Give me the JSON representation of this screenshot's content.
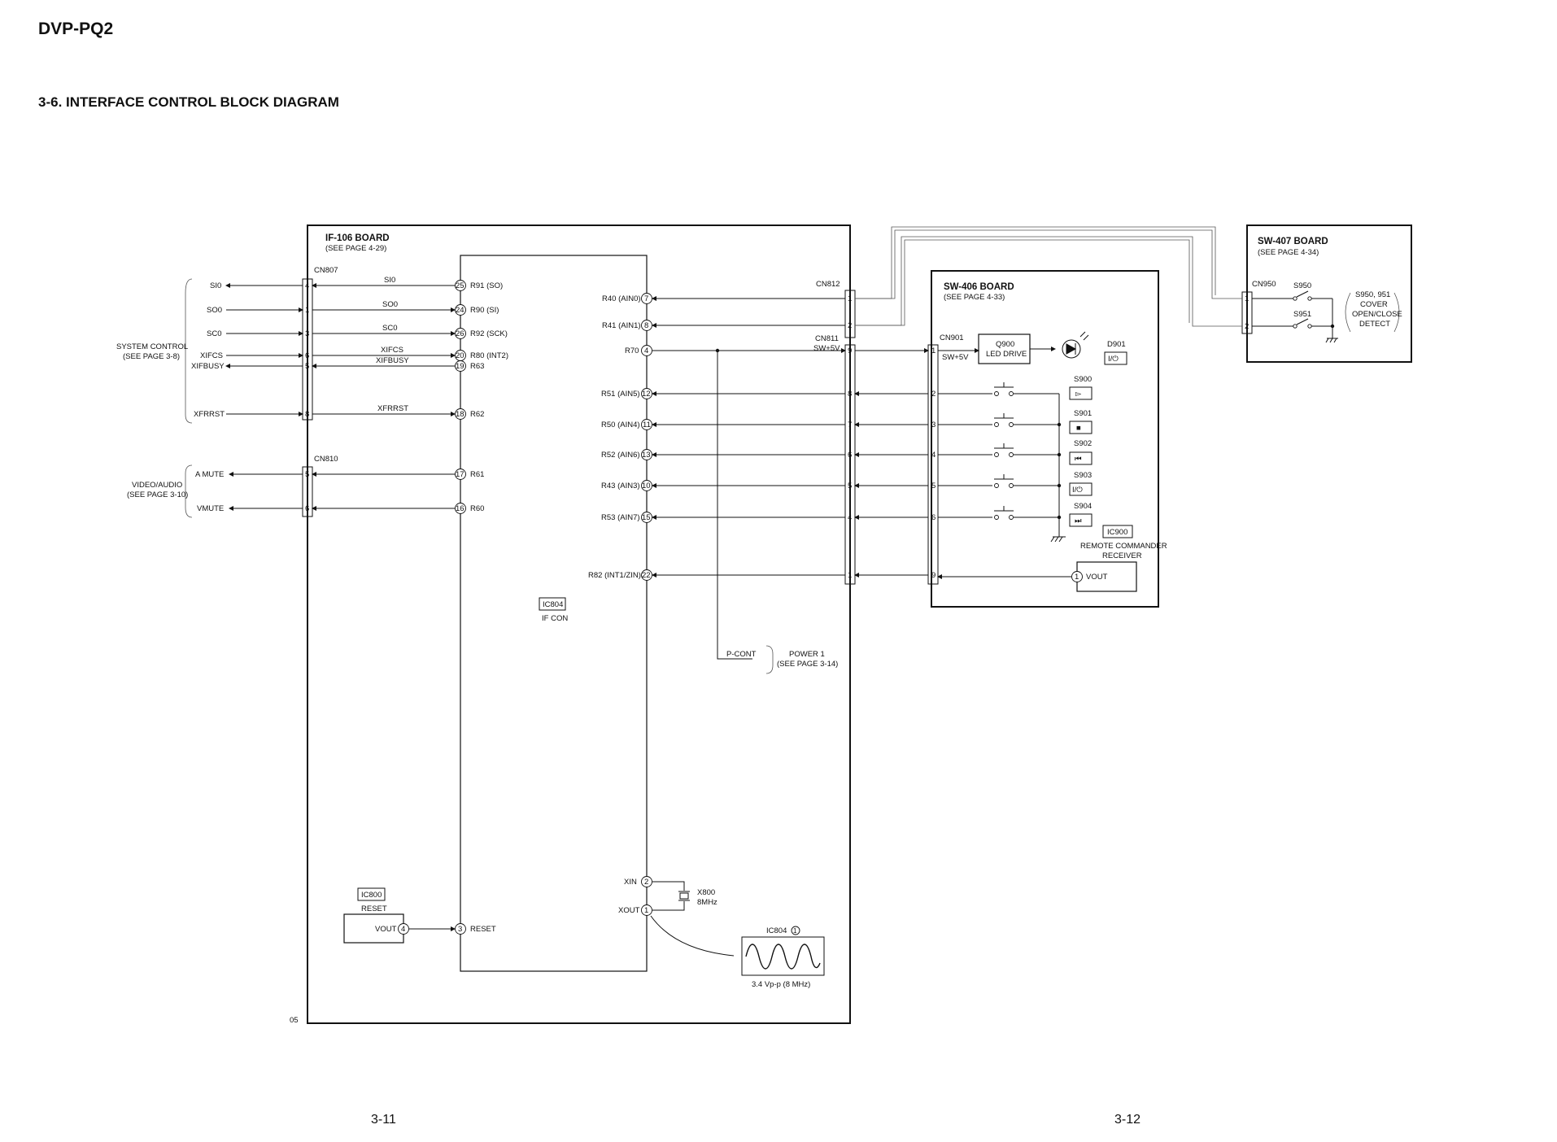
{
  "header": {
    "model": "DVP-PQ2",
    "title": "3-6.  INTERFACE  CONTROL  BLOCK  DIAGRAM"
  },
  "footer": {
    "page_left": "3-11",
    "page_right": "3-12",
    "sheet_code": "05"
  },
  "boards": {
    "if106": {
      "name": "IF-106 BOARD",
      "ref": "(SEE PAGE 4-29)"
    },
    "sw406": {
      "name": "SW-406 BOARD",
      "ref": "(SEE PAGE 4-33)"
    },
    "sw407": {
      "name": "SW-407 BOARD",
      "ref": "(SEE PAGE 4-34)"
    }
  },
  "groups": {
    "system_control": {
      "line1": "SYSTEM CONTROL",
      "line2": "(SEE PAGE 3-8)"
    },
    "video_audio": {
      "line1": "VIDEO/AUDIO",
      "line2": "(SEE PAGE 3-10)"
    },
    "power1": {
      "line1": "POWER 1",
      "line2": "(SEE PAGE 3-14)",
      "signal": "P-CONT"
    },
    "cover": {
      "line1": "S950, 951",
      "line2": "COVER",
      "line3": "OPEN/CLOSE",
      "line4": "DETECT"
    }
  },
  "connectors": {
    "cn807": "CN807",
    "cn810": "CN810",
    "cn812": "CN812",
    "cn811": "CN811",
    "cn811_sig": "SW+5V",
    "cn901": "CN901",
    "cn901_sig": "SW+5V",
    "cn950": "CN950"
  },
  "cn807_signals": [
    {
      "ext": "SI0",
      "pin": "4",
      "wire": "SI0",
      "icpin": "25",
      "port": "R91 (SO)"
    },
    {
      "ext": "SO0",
      "pin": "1",
      "wire": "SO0",
      "icpin": "24",
      "port": "R90 (SI)"
    },
    {
      "ext": "SC0",
      "pin": "3",
      "wire": "SC0",
      "icpin": "26",
      "port": "R92 (SCK)"
    },
    {
      "ext": "XIFCS",
      "pin": "6",
      "wire": "XIFCS",
      "icpin": "20",
      "port": "R80 (INT2)"
    },
    {
      "ext": "XIFBUSY",
      "pin": "5",
      "wire": "XIFBUSY",
      "icpin": "19",
      "port": "R63"
    },
    {
      "ext": "XFRRST",
      "pin": "8",
      "wire": "XFRRST",
      "icpin": "18",
      "port": "R62"
    }
  ],
  "cn810_signals": [
    {
      "ext": "A MUTE",
      "pin": "5",
      "icpin": "17",
      "port": "R61"
    },
    {
      "ext": "VMUTE",
      "pin": "6",
      "icpin": "16",
      "port": "R60"
    }
  ],
  "ic_right_pins": [
    {
      "port": "R40 (AIN0)",
      "icpin": "7",
      "cn": "1"
    },
    {
      "port": "R41 (AIN1)",
      "icpin": "8",
      "cn": "2"
    },
    {
      "port": "R70",
      "icpin": "4",
      "cn": "9",
      "cn_far": "1"
    },
    {
      "port": "R51 (AIN5)",
      "icpin": "12",
      "cn": "8",
      "cn_far": "2"
    },
    {
      "port": "R50 (AIN4)",
      "icpin": "11",
      "cn": "7",
      "cn_far": "3"
    },
    {
      "port": "R52 (AIN6)",
      "icpin": "13",
      "cn": "6",
      "cn_far": "4"
    },
    {
      "port": "R43 (AIN3)",
      "icpin": "10",
      "cn": "5",
      "cn_far": "5"
    },
    {
      "port": "R53 (AIN7)",
      "icpin": "15",
      "cn": "4",
      "cn_far": "6"
    },
    {
      "port": "R82 (INT1/ZIN)",
      "icpin": "22",
      "cn": "1",
      "cn_far": "9"
    }
  ],
  "switches": [
    {
      "ref": "S900",
      "sym": "▻"
    },
    {
      "ref": "S901",
      "sym": "■"
    },
    {
      "ref": "S902",
      "sym": "⏮"
    },
    {
      "ref": "S903",
      "sym": "I/⏻"
    },
    {
      "ref": "S904",
      "sym": "⏭"
    }
  ],
  "components": {
    "ic804": "IC804",
    "ic804_func": "IF CON",
    "ic800": "IC800",
    "ic800_func": "RESET",
    "ic800_pin": "4",
    "ic800_port": "VOUT",
    "reset_icpin": "3",
    "reset_port": "RESET",
    "xin": "XIN",
    "xin_pin": "2",
    "xout": "XOUT",
    "xout_pin": "1",
    "x800": "X800",
    "x800_freq": "8MHz",
    "q900": "Q900",
    "q900_func": "LED DRIVE",
    "d901": "D901",
    "d901_sym": "I/⏻",
    "ic900": "IC900",
    "ic900_func1": "REMOTE COMMANDER",
    "ic900_func2": "RECEIVER",
    "ic900_pin": "1",
    "ic900_port": "VOUT",
    "s950": "S950",
    "s951": "S951",
    "cn950_pin1": "1",
    "cn950_pin2": "2",
    "wave_ref": "IC804",
    "wave_pin": "1",
    "wave_caption": "3.4 Vp-p (8 MHz)"
  }
}
